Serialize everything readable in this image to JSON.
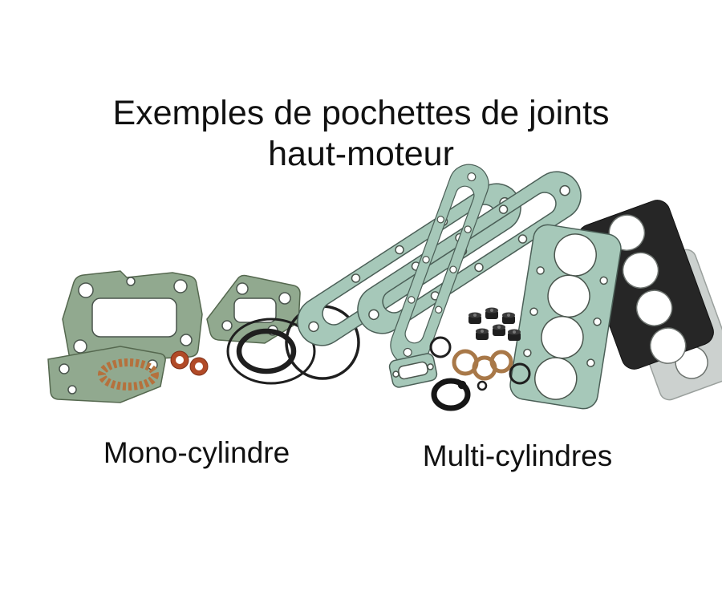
{
  "title": {
    "line1": "Exemples de pochettes de joints",
    "line2": "haut-moteur"
  },
  "captions": {
    "left": "Mono-cylindre",
    "right": "Multi-cylindres"
  },
  "colors": {
    "background": "#ffffff",
    "text": "#111111",
    "gasket_green": "#91a98f",
    "gasket_green_stroke": "#55684f",
    "gasket_teal": "#a6c8b9",
    "gasket_teal_stroke": "#4b5f57",
    "copper": "#b14a27",
    "fiber_tan": "#b5713d",
    "rubber_black": "#1f1f1f",
    "metal_gray": "#ccd1cf"
  }
}
